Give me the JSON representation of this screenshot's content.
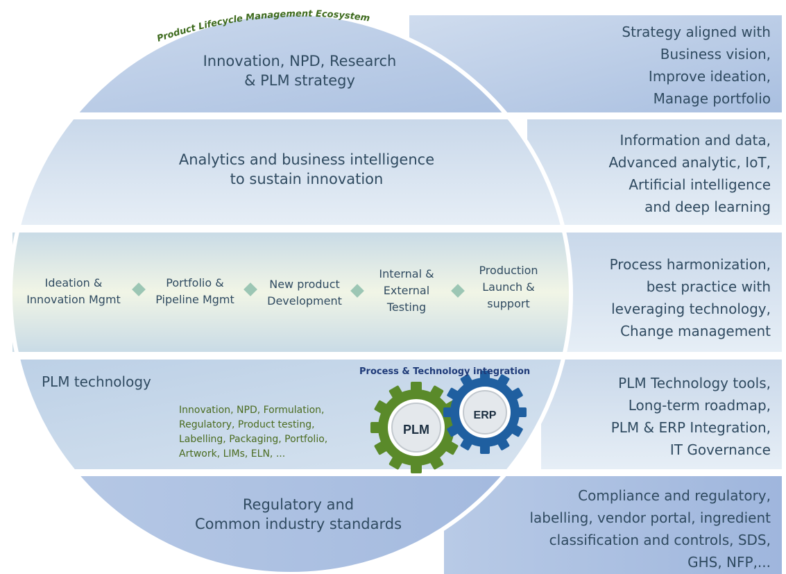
{
  "arc_title": "Product Lifecycle Management Ecosystem",
  "bands": [
    {
      "left_lines": [
        "Innovation, NPD, Research",
        "& PLM strategy"
      ],
      "right_lines": [
        "Strategy aligned with",
        "Business vision,",
        "Improve ideation,",
        "Manage portfolio"
      ]
    },
    {
      "left_lines": [
        "Analytics and business intelligence",
        "to sustain innovation"
      ],
      "right_lines": [
        "Information and data,",
        "Advanced analytic, IoT,",
        "Artificial intelligence",
        "and deep learning"
      ]
    },
    {
      "right_lines": [
        "Process harmonization,",
        "best practice with",
        "leveraging technology,",
        "Change management"
      ]
    },
    {
      "left_title": "PLM technology",
      "right_lines": [
        "PLM Technology tools,",
        "Long-term roadmap,",
        "PLM & ERP Integration,",
        "IT Governance"
      ]
    },
    {
      "left_lines": [
        "Regulatory and",
        "Common industry standards"
      ],
      "right_lines": [
        "Compliance and regulatory,",
        "labelling, vendor portal, ingredient",
        "classification and controls,  SDS,",
        "GHS, NFP,..."
      ]
    }
  ],
  "process_steps": [
    [
      "Ideation &",
      "Innovation Mgmt"
    ],
    [
      "Portfolio &",
      "Pipeline Mgmt"
    ],
    [
      "New product",
      "Development"
    ],
    [
      "Internal &",
      "External",
      "Testing"
    ],
    [
      "Production",
      "Launch &",
      "support"
    ]
  ],
  "integration_title": "Process & Technology  integration",
  "plm_tools": [
    "Innovation,  NPD, Formulation,",
    "Regulatory,  Product testing,",
    "Labelling, Packaging, Portfolio,",
    "Artwork, LIMs, ELN,  ..."
  ],
  "gears": {
    "plm_label": "PLM",
    "erp_label": "ERP",
    "plm_color": "#5a8a2a",
    "erp_color": "#1f5fa0"
  },
  "colors": {
    "band_top": "#a8bfe0",
    "band_mid": "#dfe8f1",
    "process": "#eef3de",
    "circle_border": "#ffffff"
  }
}
